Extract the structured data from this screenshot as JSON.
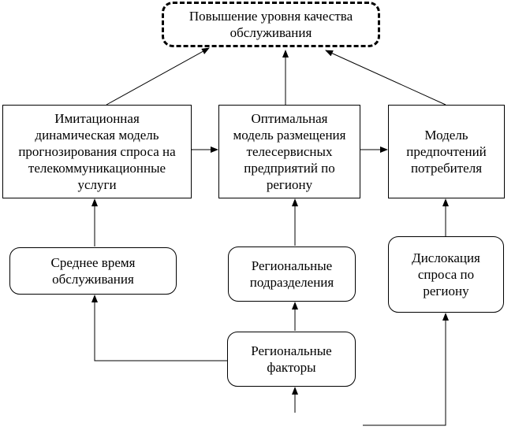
{
  "nodes": {
    "goal": "Повышение уровня качества\nобслуживания",
    "simulation_model": "Имитационная\nдинамическая модель\nпрогнозирования спроса на\nтелекоммуникационные\nуслуги",
    "placement_model": "Оптимальная\nмодель размещения\nтелесервисных\nпредприятий по\nрегиону",
    "preference_model": "Модель\nпредпочтений\nпотребителя",
    "avg_service_time": "Среднее время\nобслуживания",
    "regional_units": "Региональные\nподразделения",
    "demand_location": "Дислокация\nспроса по\nрегиону",
    "regional_factors": "Региональные\nфакторы"
  },
  "colors": {
    "line": "#000000",
    "background": "#ffffff"
  }
}
